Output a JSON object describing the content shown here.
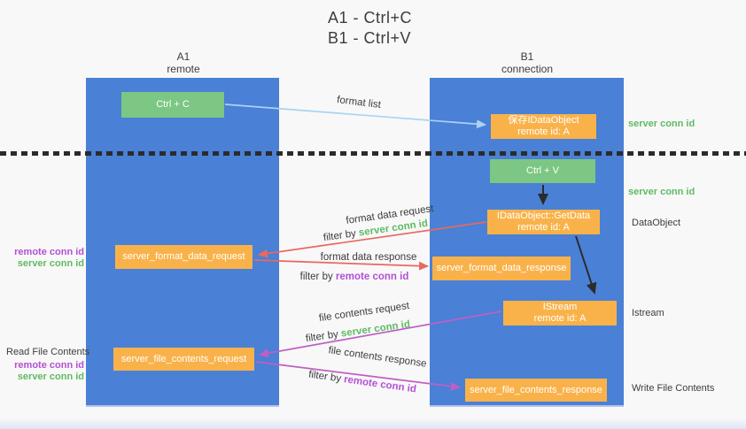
{
  "title": {
    "line1": "A1 - Ctrl+C",
    "line2": "B1 - Ctrl+V"
  },
  "columns": {
    "left": {
      "name": "A1",
      "subtitle": "remote"
    },
    "right": {
      "name": "B1",
      "subtitle": "connection"
    }
  },
  "boxes": {
    "ctrl_c": {
      "label": "Ctrl + C"
    },
    "save_idataobject": {
      "line1": "保存IDataObject",
      "line2": "remote id: A"
    },
    "ctrl_v": {
      "label": "Ctrl + V"
    },
    "getdata": {
      "line1": "IDataObject::GetData",
      "line2": "remote id: A"
    },
    "format_request": {
      "label": "server_format_data_request"
    },
    "format_response": {
      "label": "server_format_data_response"
    },
    "istream": {
      "line1": "IStream",
      "line2": "remote id: A"
    },
    "file_request": {
      "label": "server_file_contents_request"
    },
    "file_response": {
      "label": "server_file_contents_response"
    }
  },
  "right_labels": {
    "server_conn_id_top": "server conn id",
    "server_conn_id_mid": "server conn id",
    "dataobject": "DataObject",
    "istream": "Istream",
    "write_file_contents": "Write File Contents"
  },
  "left_labels": {
    "format_pair": {
      "remote_conn_id": "remote conn id",
      "server_conn_id": "server conn id"
    },
    "read_file_contents": "Read File Contents",
    "file_pair": {
      "remote_conn_id": "remote conn id",
      "server_conn_id": "server conn id"
    }
  },
  "flows": {
    "format_list": {
      "label": "format list"
    },
    "format_data": {
      "request": "format data request",
      "request_filter_prefix": "filter by ",
      "request_filter_key": "server conn id",
      "response": "format data response",
      "response_filter_prefix": "filter by ",
      "response_filter_key": "remote conn id"
    },
    "file_contents": {
      "request": "file contents request",
      "request_filter_prefix": "filter by ",
      "request_filter_key": "server conn id",
      "response": "file contents response",
      "response_filter_prefix": "filter by ",
      "response_filter_key": "remote conn id"
    }
  },
  "colors": {
    "column_blue": "#4a80d5",
    "box_green": "#7cc783",
    "box_orange": "#f9b24a",
    "server_conn_green": "#5fba63",
    "remote_conn_purple": "#b44fd6",
    "format_arrow_red": "#e8695f",
    "file_arrow_magenta": "#bf5fc4",
    "format_list_arrow_blue": "#a9d3f1",
    "dashed_line_black": "#2b2b2b"
  }
}
